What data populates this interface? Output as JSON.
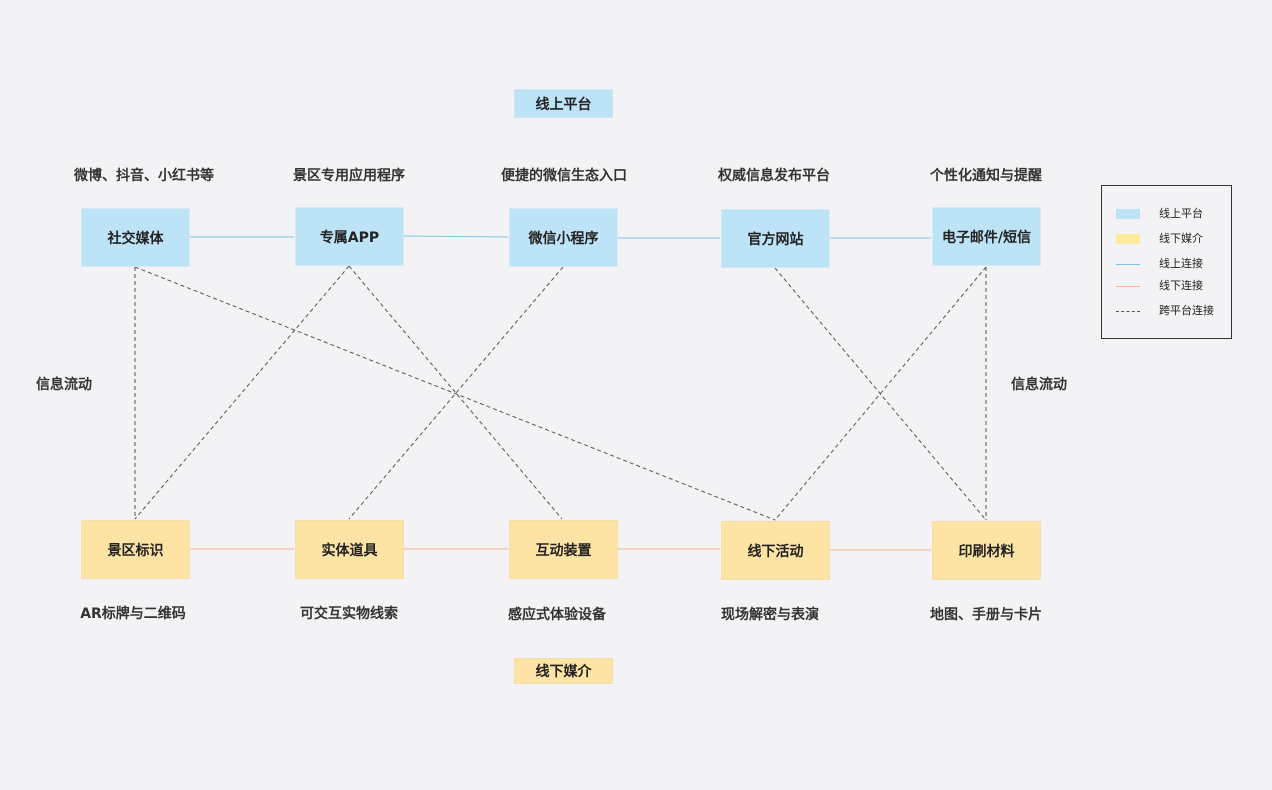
{
  "online_header": "线上平台",
  "offline_header": "线下媒介",
  "online_nodes": [
    {
      "label": "社交媒体",
      "desc": "微博、抖音、小红书等"
    },
    {
      "label": "专属APP",
      "desc": "景区专用应用程序"
    },
    {
      "label": "微信小程序",
      "desc": "便捷的微信生态入口"
    },
    {
      "label": "官方网站",
      "desc": "权威信息发布平台"
    },
    {
      "label": "电子邮件/短信",
      "desc": "个性化通知与提醒"
    }
  ],
  "offline_nodes": [
    {
      "label": "景区标识",
      "desc": "AR标牌与二维码"
    },
    {
      "label": "实体道具",
      "desc": "可交互实物线索"
    },
    {
      "label": "互动装置",
      "desc": "感应式体验设备"
    },
    {
      "label": "线下活动",
      "desc": "现场解密与表演"
    },
    {
      "label": "印刷材料",
      "desc": "地图、手册与卡片"
    }
  ],
  "side_labels": {
    "left": "信息流动",
    "right": "信息流动"
  },
  "legend": {
    "online_platform": "线上平台",
    "offline_media": "线下媒介",
    "online_link": "线上连接",
    "offline_link": "线下连接",
    "cross_link": "跨平台连接"
  },
  "colors": {
    "online_fill": "#bde3f7",
    "offline_fill": "#fde3a4",
    "online_line": "#7fc3e8",
    "offline_line": "#f4b38a",
    "cross_line": "#555555"
  },
  "cross_links": [
    [
      "社交媒体",
      "景区标识"
    ],
    [
      "社交媒体",
      "线下活动"
    ],
    [
      "专属APP",
      "景区标识"
    ],
    [
      "专属APP",
      "互动装置"
    ],
    [
      "微信小程序",
      "实体道具"
    ],
    [
      "官方网站",
      "印刷材料"
    ],
    [
      "电子邮件/短信",
      "线下活动"
    ],
    [
      "电子邮件/短信",
      "印刷材料"
    ]
  ]
}
